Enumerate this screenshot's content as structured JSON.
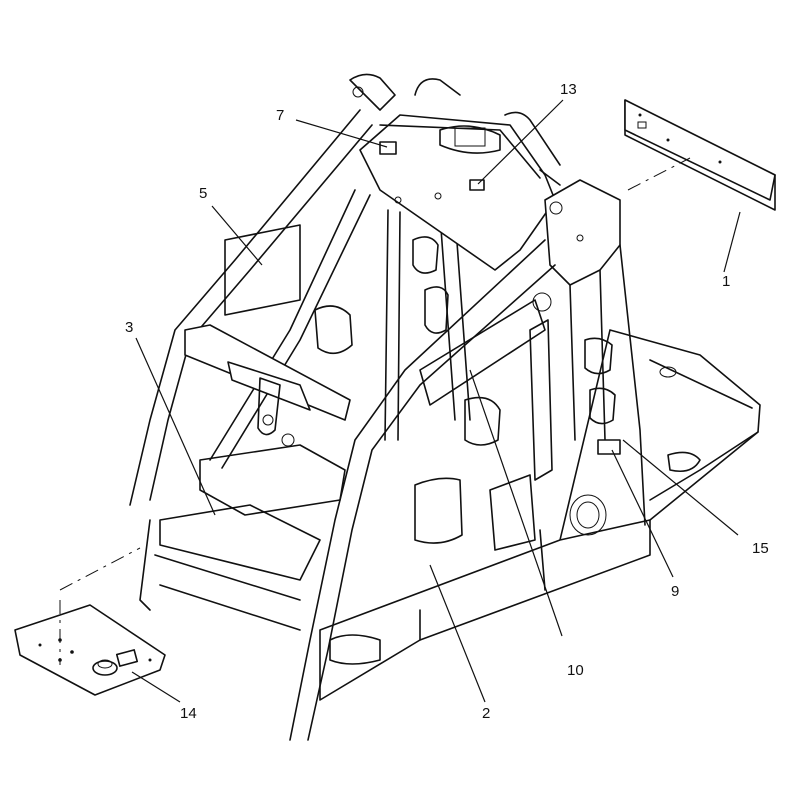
{
  "callouts": {
    "c1": "1",
    "c2": "2",
    "c3": "3",
    "c5": "5",
    "c7": "7",
    "c9": "9",
    "c10": "10",
    "c13": "13",
    "c14": "14",
    "c15": "15"
  },
  "colors": {
    "ink": "#111111",
    "paper": "#ffffff"
  }
}
